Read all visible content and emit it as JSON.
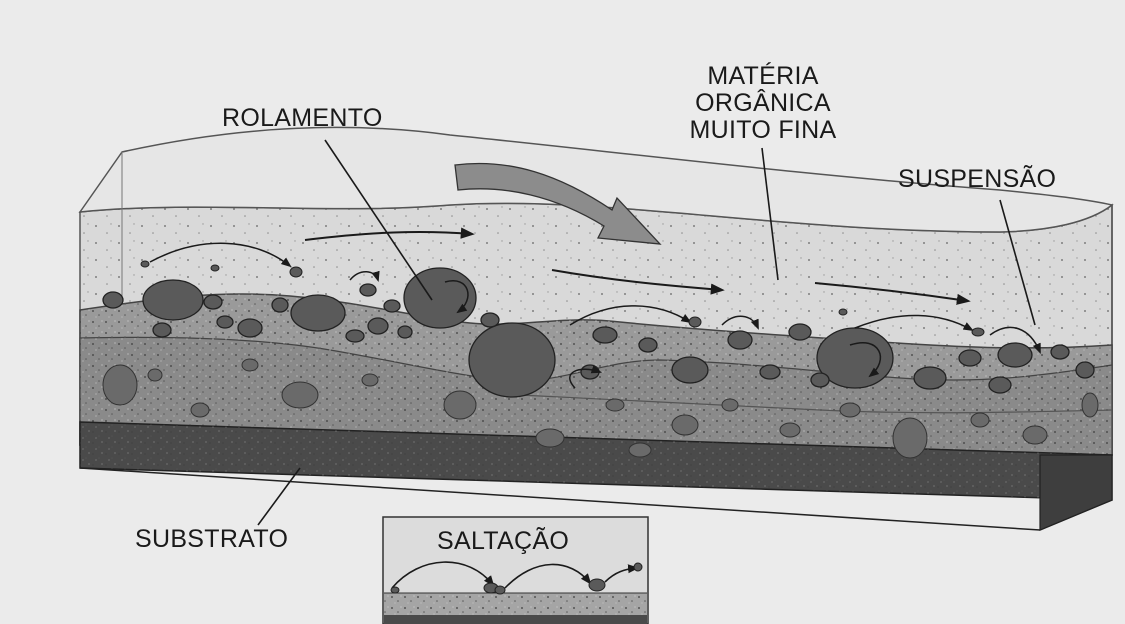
{
  "labels": {
    "rolamento": "ROLAMENTO",
    "materia_line1": "MATÉRIA",
    "materia_line2": "ORGÂNICA",
    "materia_line3": "MUITO FINA",
    "suspensao": "SUSPENSÃO",
    "substrato": "SUBSTRATO",
    "saltacao": "SALTAÇÃO"
  },
  "colors": {
    "background": "#ebebeb",
    "water": "#d9d9d9",
    "surface_water": "#e6e6e6",
    "sediment_top": "#9a9a9a",
    "sediment_body": "#8a8a8a",
    "substrate": "#4a4a4a",
    "pebble": "#5a5a5a",
    "flow_arrow": "#8c8c8c",
    "ink": "#1a1a1a"
  }
}
